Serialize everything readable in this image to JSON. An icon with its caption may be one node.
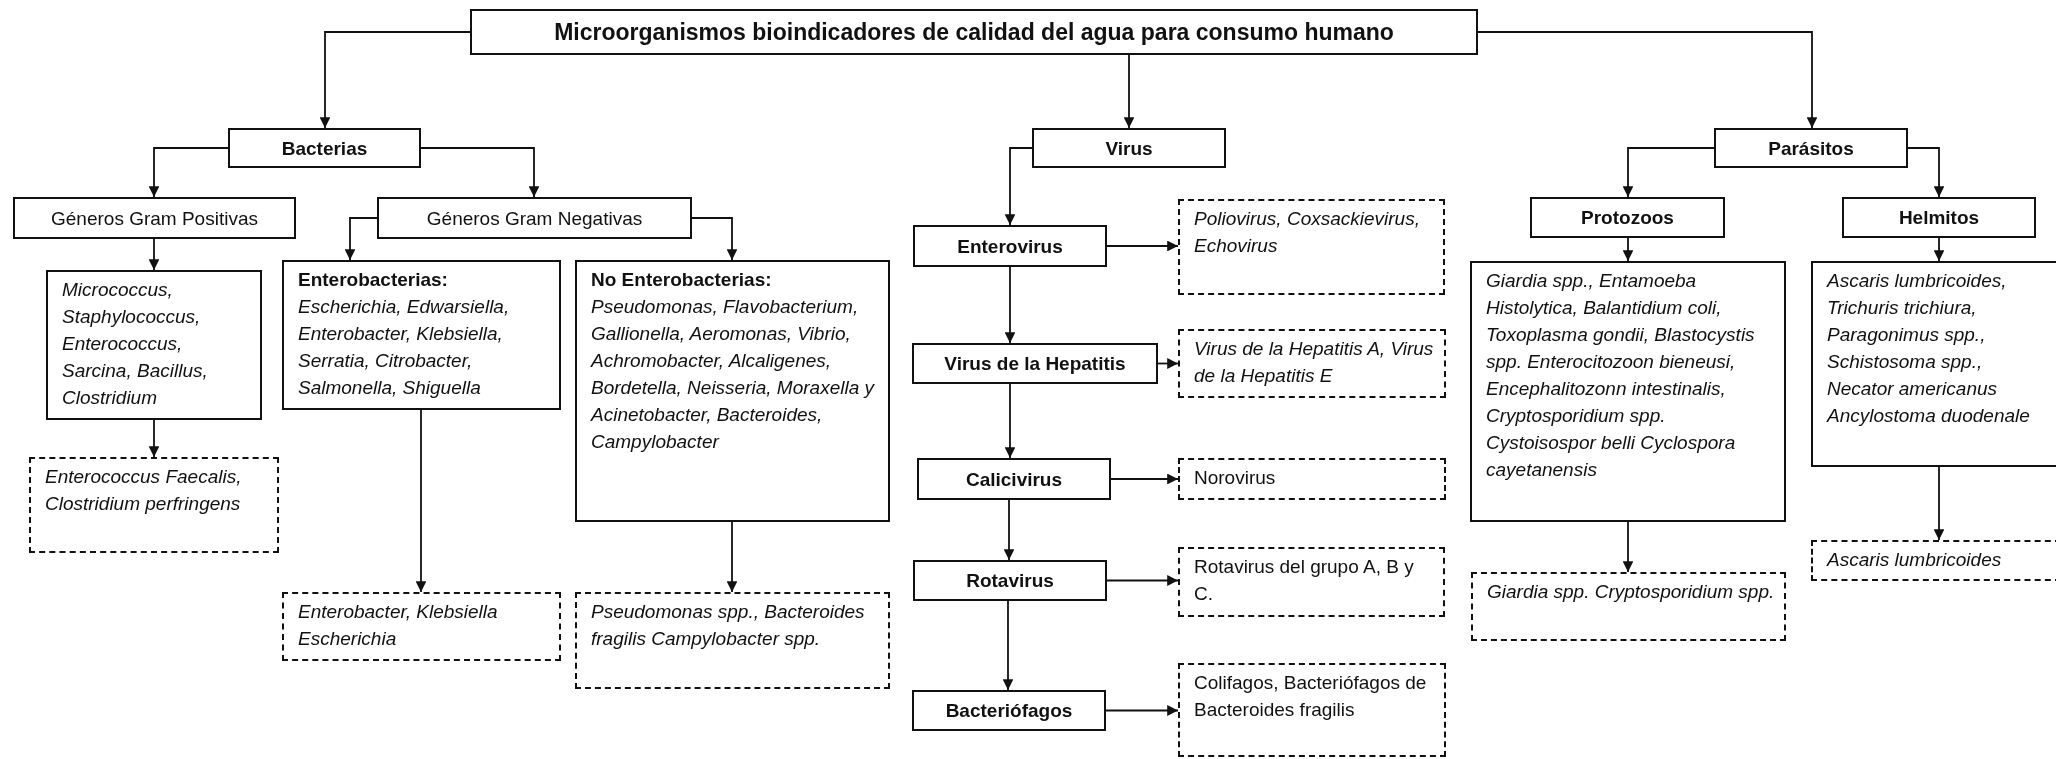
{
  "diagram": {
    "nodes": [
      {
        "text": [
          "Microorganismos bioindicadores de calidad del agua para consumo humano"
        ]
      },
      {
        "text": [
          "Bacterias"
        ]
      },
      {
        "text": [
          "Géneros Gram Positivas"
        ]
      },
      {
        "text": [
          "Géneros Gram Negativas"
        ]
      },
      {
        "text": [
          "Micrococcus, Staphylococcus, Enterococcus, Sarcina, Bacillus, Clostridium"
        ]
      },
      {
        "text": [
          "Enterobacterias:",
          "Escherichia, Edwarsiella, Enterobacter, Klebsiella, Serratia, Citrobacter, Salmonella, Shiguella"
        ]
      },
      {
        "text": [
          "No Enterobacterias:",
          "Pseudomonas, Flavobacterium, Gallionella, Aeromonas, Vibrio, Achromobacter, Alcaligenes, Bordetella, Neisseria, Moraxella y Acinetobacter, Bacteroides, Campylobacter"
        ]
      },
      {
        "text": [
          "Enterococcus Faecalis, Clostridium perfringens"
        ]
      },
      {
        "text": [
          "Enterobacter, Klebsiella Escherichia"
        ]
      },
      {
        "text": [
          "Pseudomonas spp., Bacteroides fragilis Campylobacter spp."
        ]
      },
      {
        "text": [
          "Virus"
        ]
      },
      {
        "text": [
          "Enterovirus"
        ]
      },
      {
        "text": [
          "Virus de la Hepatitis"
        ]
      },
      {
        "text": [
          "Calicivirus"
        ]
      },
      {
        "text": [
          "Rotavirus"
        ]
      },
      {
        "text": [
          "Bacteriófagos"
        ]
      },
      {
        "text": [
          "Poliovirus, Coxsackievirus, Echovirus"
        ]
      },
      {
        "text": [
          "Virus de la Hepatitis A, Virus de la Hepatitis E"
        ]
      },
      {
        "text": [
          "Norovirus"
        ]
      },
      {
        "text": [
          "Rotavirus del grupo A, B y C."
        ]
      },
      {
        "text": [
          "Colifagos, Bacteriófagos de Bacteroides fragilis"
        ]
      },
      {
        "text": [
          "Parásitos"
        ]
      },
      {
        "text": [
          "Protozoos"
        ]
      },
      {
        "text": [
          "Helmitos"
        ]
      },
      {
        "text": [
          "Giardia spp., Entamoeba Histolytica, Balantidium coli, Toxoplasma gondii, Blastocystis spp. Enterocitozoon bieneusi, Encephalitozonn intestinalis, Cryptosporidium spp. Cystoisospor belli Cyclospora cayetanensis"
        ]
      },
      {
        "text": [
          "Ascaris lumbricoides, Trichuris trichiura, Paragonimus spp., Schistosoma spp., Necator americanus Ancylostoma duodenale"
        ]
      },
      {
        "text": [
          "Giardia spp. Cryptosporidium spp."
        ]
      },
      {
        "text": [
          "Ascaris lumbricoides"
        ]
      }
    ],
    "edges": [
      {
        "from": 0,
        "to": 1,
        "arrow": "to"
      },
      {
        "from": 0,
        "to": 10,
        "arrow": "to"
      },
      {
        "from": 0,
        "to": 21,
        "arrow": "to"
      },
      {
        "from": 1,
        "to": 2,
        "arrow": "to"
      },
      {
        "from": 1,
        "to": 3,
        "arrow": "to"
      },
      {
        "from": 2,
        "to": 4,
        "arrow": "to"
      },
      {
        "from": 4,
        "to": 7,
        "arrow": "to"
      },
      {
        "from": 3,
        "to": 5,
        "arrow": "to"
      },
      {
        "from": 3,
        "to": 6,
        "arrow": "to"
      },
      {
        "from": 5,
        "to": 8,
        "arrow": "to"
      },
      {
        "from": 6,
        "to": 9,
        "arrow": "to"
      },
      {
        "from": 10,
        "to": 11,
        "arrow": "to"
      },
      {
        "from": 11,
        "to": 12,
        "arrow": "to"
      },
      {
        "from": 12,
        "to": 13,
        "arrow": "to"
      },
      {
        "from": 13,
        "to": 14,
        "arrow": "to"
      },
      {
        "from": 14,
        "to": 15,
        "arrow": "to"
      },
      {
        "from": 11,
        "to": 16,
        "arrow": "to"
      },
      {
        "from": 12,
        "to": 17,
        "arrow": "to"
      },
      {
        "from": 13,
        "to": 18,
        "arrow": "to"
      },
      {
        "from": 14,
        "to": 19,
        "arrow": "to"
      },
      {
        "from": 15,
        "to": 20,
        "arrow": "to"
      },
      {
        "from": 21,
        "to": 22,
        "arrow": "to"
      },
      {
        "from": 21,
        "to": 23,
        "arrow": "to"
      },
      {
        "from": 22,
        "to": 24,
        "arrow": "to"
      },
      {
        "from": 23,
        "to": 25,
        "arrow": "to"
      },
      {
        "from": 24,
        "to": 26,
        "arrow": "to"
      },
      {
        "from": 25,
        "to": 27,
        "arrow": "to"
      }
    ]
  }
}
